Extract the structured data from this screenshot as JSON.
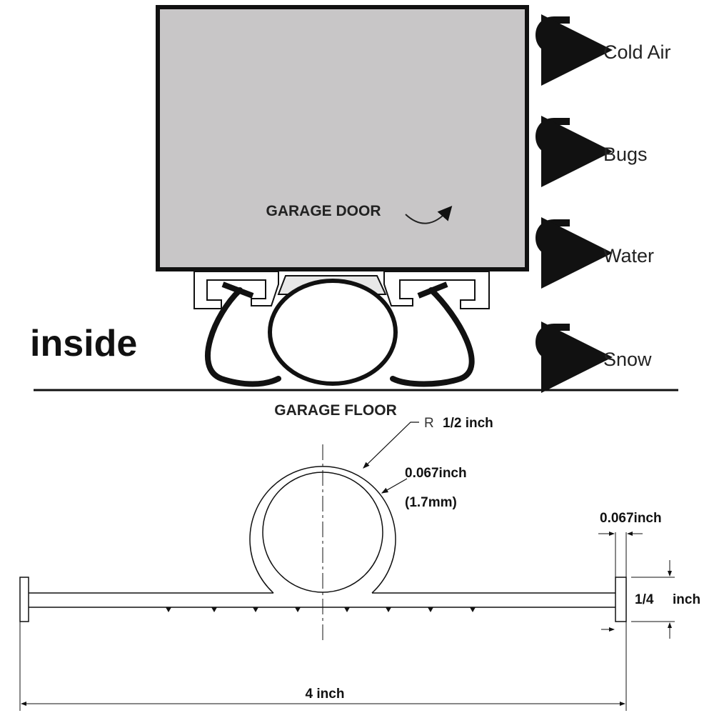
{
  "diagram": {
    "door_label": "GARAGE DOOR",
    "floor_label": "GARAGE FLOOR",
    "side_label": "inside",
    "blocked_items": [
      "Cold Air",
      "Bugs",
      "Water",
      "Snow"
    ]
  },
  "dimensions": {
    "radius_prefix": "R",
    "radius_value": "1/2 inch",
    "wall_thickness": "0.067inch",
    "wall_thickness_mm": "(1.7mm)",
    "flange_thickness": "0.067inch",
    "height": "1/4",
    "height_unit": "inch",
    "width": "4 inch"
  },
  "colors": {
    "door_fill": "#c8c6c7",
    "stroke": "#111111"
  }
}
